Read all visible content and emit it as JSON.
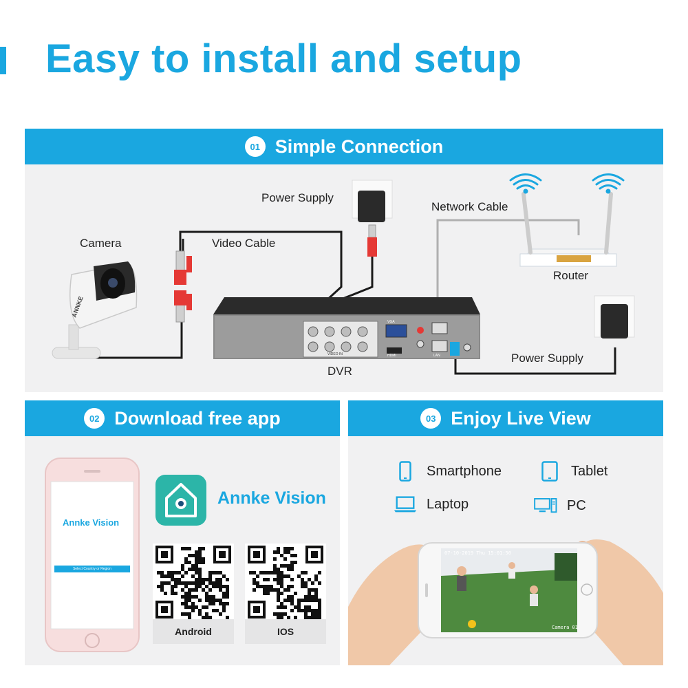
{
  "page": {
    "title": "Easy to install and setup"
  },
  "section1": {
    "number": "01",
    "title": "Simple Connection",
    "labels": {
      "camera": "Camera",
      "video_cable": "Video Cable",
      "power_supply_top": "Power Supply",
      "network_cable": "Network Cable",
      "router": "Router",
      "dvr": "DVR",
      "power_supply_right": "Power Supply",
      "camera_brand": "ANNKE"
    },
    "dvr_ports": {
      "vga": "VGA",
      "hdmi": "HDMI",
      "lan": "LAN",
      "video_in": "VIDEO IN"
    }
  },
  "section2": {
    "number": "02",
    "title": "Download free app",
    "app_name": "Annke Vision",
    "phone_app_title": "Annke Vision",
    "phone_button": "Select Country or Region",
    "qr_android": "Android",
    "qr_ios": "IOS"
  },
  "section3": {
    "number": "03",
    "title": "Enjoy Live View",
    "devices": {
      "smartphone": "Smartphone",
      "tablet": "Tablet",
      "laptop": "Laptop",
      "pc": "PC"
    },
    "live_timestamp": "07-10-2019 Thu 15:01:50",
    "live_camera_label": "Camera 01"
  },
  "icons": [
    "camera-icon",
    "wifi-icon",
    "router-icon",
    "power-adapter-icon",
    "dvr-icon",
    "smartphone-icon",
    "tablet-icon",
    "laptop-icon",
    "pc-icon",
    "app-logo-icon",
    "qr-code-icon"
  ],
  "colors": {
    "accent": "#1aa7e0",
    "panel_bg": "#f1f1f2",
    "cable": "#1a1a1a",
    "connector_red": "#e53935"
  }
}
